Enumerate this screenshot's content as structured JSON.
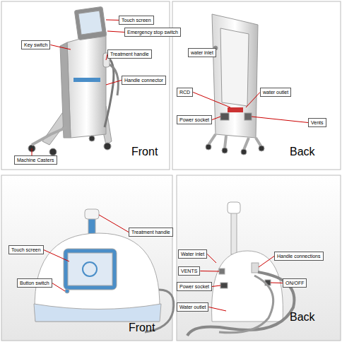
{
  "diagram": {
    "nodes": [
      {
        "text": [
          "Touch screen"
        ]
      },
      {
        "text": [
          "Emergency stop switch"
        ]
      },
      {
        "text": [
          "Key switch"
        ]
      },
      {
        "text": [
          "Treatment handle"
        ]
      },
      {
        "text": [
          "Handle connector"
        ]
      },
      {
        "text": [
          "Machine Casters"
        ]
      },
      {
        "text": [
          "water inlet"
        ]
      },
      {
        "text": [
          "RCD"
        ]
      },
      {
        "text": [
          "water outlet"
        ]
      },
      {
        "text": [
          "Power socket"
        ]
      },
      {
        "text": [
          "Vents"
        ]
      },
      {
        "text": [
          "Treatment handle"
        ]
      },
      {
        "text": [
          "Touch screen"
        ]
      },
      {
        "text": [
          "Button switch"
        ]
      },
      {
        "text": [
          "Water inlet"
        ]
      },
      {
        "text": [
          "Handle connections"
        ]
      },
      {
        "text": [
          "VENTS"
        ]
      },
      {
        "text": [
          "ON/OFF"
        ]
      },
      {
        "text": [
          "Power socket"
        ]
      },
      {
        "text": [
          "Water outlet"
        ]
      }
    ],
    "labels": [
      "Front",
      "Back",
      "Front",
      "Back"
    ]
  }
}
